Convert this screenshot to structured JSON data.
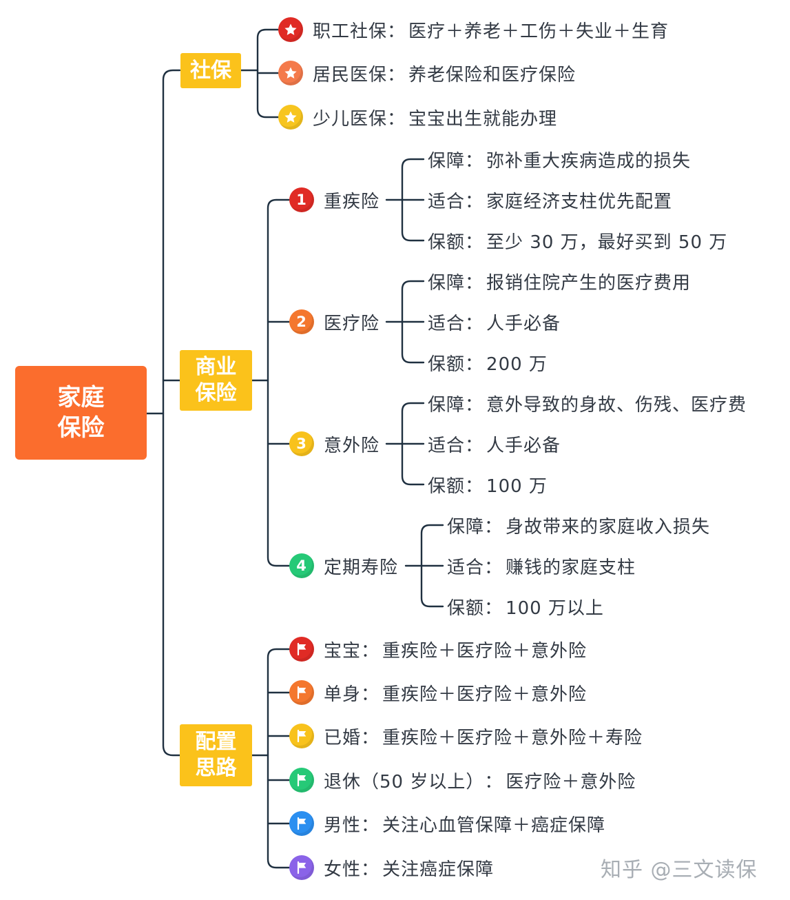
{
  "root": {
    "line1": "家庭",
    "line2": "保险"
  },
  "branches": [
    {
      "line1": "社保",
      "line2": ""
    },
    {
      "line1": "商业",
      "line2": "保险"
    },
    {
      "line1": "配置",
      "line2": "思路"
    }
  ],
  "social": [
    {
      "label": "职工社保",
      "sep": "：",
      "value": "医疗＋养老＋工伤＋失业＋生育",
      "icon": "red-star-icon",
      "color": "#e02b25"
    },
    {
      "label": "居民医保",
      "sep": "：",
      "value": "养老保险和医疗保险",
      "icon": "orange-star-icon",
      "color": "#f47a4b"
    },
    {
      "label": "少儿医保",
      "sep": "：",
      "value": "宝宝出生就能办理",
      "icon": "yellow-star-icon",
      "color": "#f7c51f"
    }
  ],
  "commercial": [
    {
      "num": "1",
      "name": "重疾险",
      "color": "#e02b25",
      "details": [
        {
          "label": "保障",
          "sep": "：",
          "value": "弥补重大疾病造成的损失"
        },
        {
          "label": "适合",
          "sep": "：",
          "value": "家庭经济支柱优先配置"
        },
        {
          "label": "保额",
          "sep": "：",
          "value": "至少 30 万，最好买到 50 万"
        }
      ]
    },
    {
      "num": "2",
      "name": "医疗险",
      "color": "#f4772e",
      "details": [
        {
          "label": "保障",
          "sep": "：",
          "value": "报销住院产生的医疗费用"
        },
        {
          "label": "适合",
          "sep": "：",
          "value": "人手必备"
        },
        {
          "label": "保额",
          "sep": "：",
          "value": "200 万"
        }
      ]
    },
    {
      "num": "3",
      "name": "意外险",
      "color": "#f8c21c",
      "details": [
        {
          "label": "保障",
          "sep": "：",
          "value": "意外导致的身故、伤残、医疗费"
        },
        {
          "label": "适合",
          "sep": "：",
          "value": "人手必备"
        },
        {
          "label": "保额",
          "sep": "：",
          "value": "100 万"
        }
      ]
    },
    {
      "num": "4",
      "name": "定期寿险",
      "color": "#26c977",
      "details": [
        {
          "label": "保障",
          "sep": "：",
          "value": "身故带来的家庭收入损失"
        },
        {
          "label": "适合",
          "sep": "：",
          "value": "赚钱的家庭支柱"
        },
        {
          "label": "保额",
          "sep": "：",
          "value": "100 万以上"
        }
      ]
    }
  ],
  "plans": [
    {
      "label": "宝宝",
      "sep": "：",
      "value": "重疾险＋医疗险＋意外险",
      "icon": "red-flag-icon",
      "color": "#e02b25"
    },
    {
      "label": "单身",
      "sep": "：",
      "value": "重疾险＋医疗险＋意外险",
      "icon": "orange-flag-icon",
      "color": "#f4772e"
    },
    {
      "label": "已婚",
      "sep": "：",
      "value": "重疾险＋医疗险＋意外险＋寿险",
      "icon": "yellow-flag-icon",
      "color": "#f8c21c"
    },
    {
      "label": "退休（50 岁以上）",
      "sep": "：",
      "value": "医疗险＋意外险",
      "icon": "green-flag-icon",
      "color": "#26c977"
    },
    {
      "label": "男性",
      "sep": "：",
      "value": "关注心血管保障＋癌症保障",
      "icon": "blue-flag-icon",
      "color": "#2b8ff0"
    },
    {
      "label": "女性",
      "sep": "：",
      "value": "关注癌症保障",
      "icon": "purple-flag-icon",
      "color": "#8a63e8"
    }
  ],
  "watermark": "知乎 @三文读保",
  "line_color": "#1f3040"
}
